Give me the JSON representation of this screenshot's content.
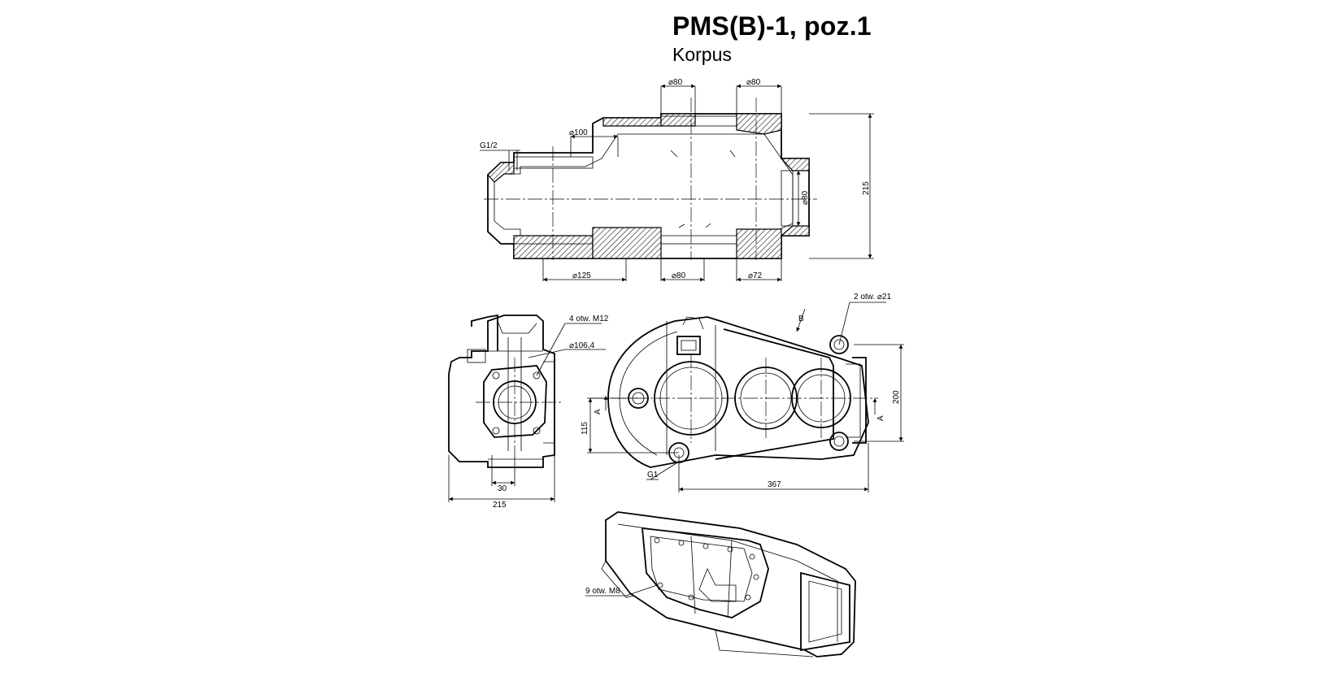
{
  "title": "PMS(B)-1, poz.1",
  "subtitle": "Korpus",
  "dimensions": {
    "top_view": {
      "d80_top_left": "⌀80",
      "d80_top_right": "⌀80",
      "d100": "⌀100",
      "g12": "G1/2",
      "d80_side": "⌀80",
      "h215": "215",
      "d125": "⌀125",
      "d80_bottom": "⌀80",
      "d72": "⌀72"
    },
    "left_view": {
      "holes_m12": "4 otw. M12",
      "d106": "⌀106,4",
      "w30": "30",
      "w215": "215"
    },
    "front_view": {
      "holes_d21": "2 otw.  ⌀21",
      "view_b": "B",
      "section_a_left": "A",
      "section_a_right": "A",
      "h115": "115",
      "h200": "200",
      "g1": "G1",
      "w367": "367"
    },
    "iso_view": {
      "holes_m8": "9 otw. M8"
    }
  }
}
